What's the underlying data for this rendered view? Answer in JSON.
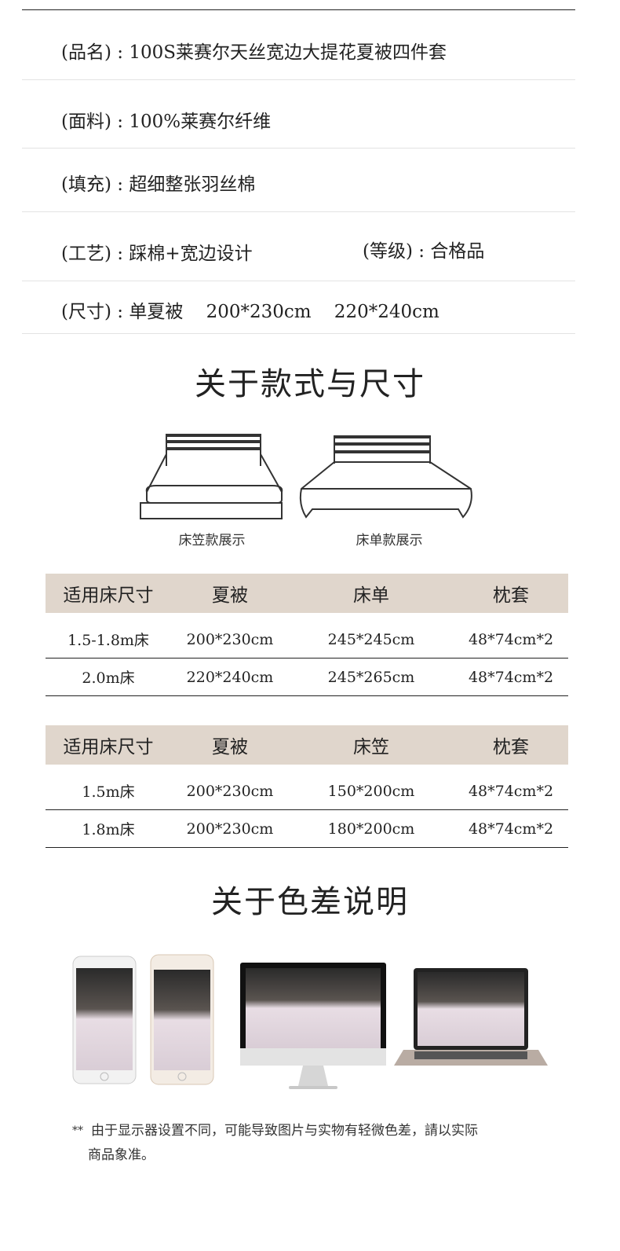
{
  "specs": [
    {
      "label": "(品名)",
      "value": "100S莱赛尔天丝宽边大提花夏被四件套"
    },
    {
      "label": "(面料)",
      "value": "100%莱赛尔纤维"
    },
    {
      "label": "(填充)",
      "value": "超细整张羽丝棉"
    },
    {
      "label": "(工艺)",
      "value": "踩棉+宽边设计",
      "extra_label": "(等级)",
      "extra_value": "合格品"
    },
    {
      "label": "(尺寸)",
      "value": "单夏被    200*230cm    220*240cm"
    }
  ],
  "sep": " : ",
  "style_section": {
    "title": "关于款式与尺寸",
    "fitted_caption": "床笠款展示",
    "flat_caption": "床单款展示"
  },
  "table_flat": {
    "headers": [
      "适用床尺寸",
      "夏被",
      "床单",
      "枕套"
    ],
    "rows": [
      [
        "1.5-1.8m床",
        "200*230cm",
        "245*245cm",
        "48*74cm*2"
      ],
      [
        "2.0m床",
        "220*240cm",
        "245*265cm",
        "48*74cm*2"
      ]
    ]
  },
  "table_fitted": {
    "headers": [
      "适用床尺寸",
      "夏被",
      "床笠",
      "枕套"
    ],
    "rows": [
      [
        "1.5m床",
        "200*230cm",
        "150*200cm",
        "48*74cm*2"
      ],
      [
        "1.8m床",
        "200*230cm",
        "180*200cm",
        "48*74cm*2"
      ]
    ]
  },
  "color_section": {
    "title": "关于色差说明",
    "note_marker": "**",
    "note_line1": "由于显示器设置不同，可能导致图片与实物有轻微色差，請以实际",
    "note_line2": "商品象准。"
  },
  "colors": {
    "table_header_bg": "#e0d6cc",
    "text": "#222222"
  }
}
